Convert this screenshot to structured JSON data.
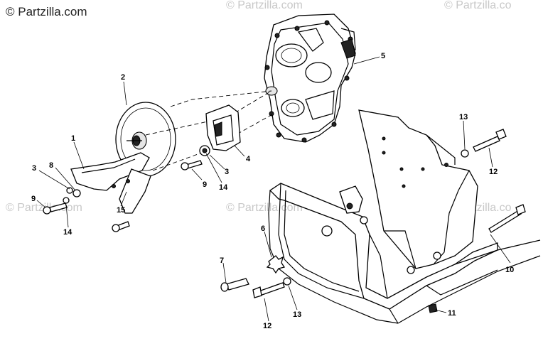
{
  "watermark": {
    "main": "© Partzilla.com",
    "faint": "© Partzilla.com",
    "faint_short": "© Partzilla.co"
  },
  "callouts": {
    "c1": "1",
    "c2": "2",
    "c3a": "3",
    "c3b": "3",
    "c4": "4",
    "c5": "5",
    "c6": "6",
    "c7": "7",
    "c8": "8",
    "c9a": "9",
    "c9b": "9",
    "c10": "10",
    "c11": "11",
    "c12a": "12",
    "c12b": "12",
    "c13a": "13",
    "c13b": "13",
    "c14a": "14",
    "c14b": "14",
    "c15": "15"
  }
}
